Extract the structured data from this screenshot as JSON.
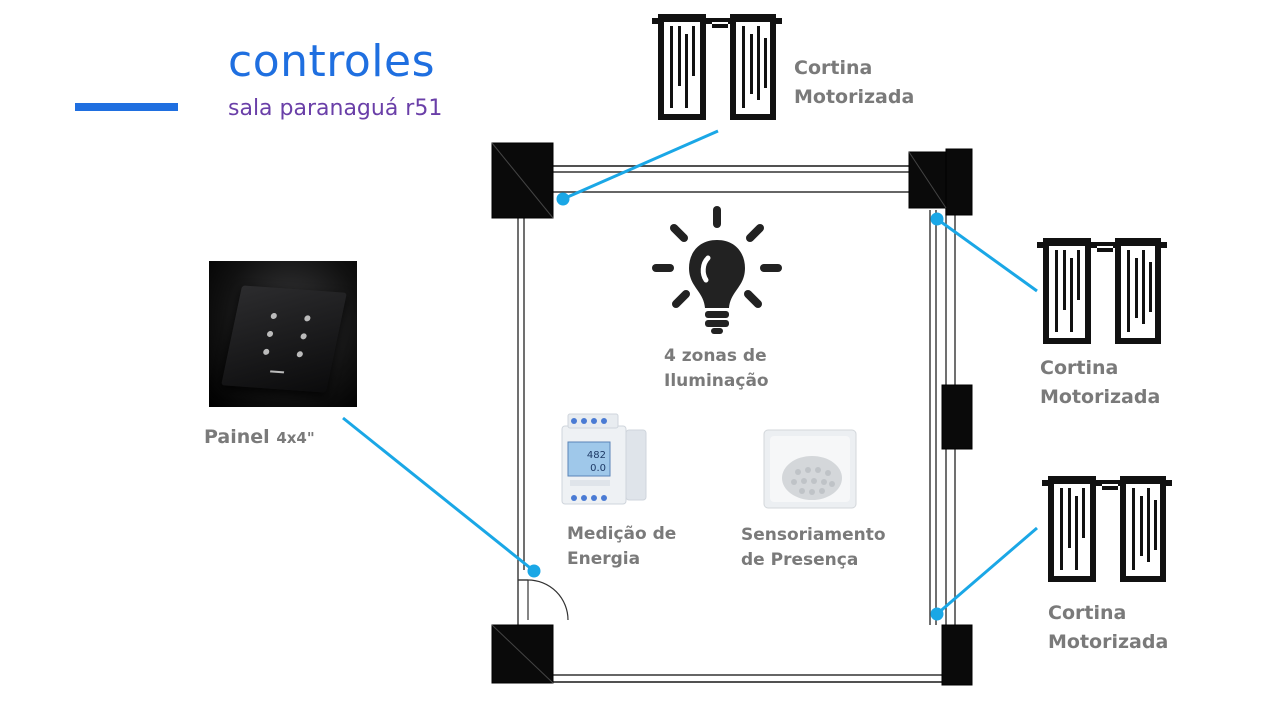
{
  "header": {
    "title": "controles",
    "subtitle": "sala paranaguá r51"
  },
  "labels": {
    "curtain_top_1": "Cortina",
    "curtain_top_2": "Motorizada",
    "curtain_right1_1": "Cortina",
    "curtain_right1_2": "Motorizada",
    "curtain_right2_1": "Cortina",
    "curtain_right2_2": "Motorizada",
    "panel": "Painel",
    "panel_size": "4x4\"",
    "lighting_1": "4 zonas de",
    "lighting_2": "Iluminação",
    "energy_1": "Medição de",
    "energy_2": "Energia",
    "presence_1": "Sensoriamento",
    "presence_2": "de Presença"
  },
  "meter_display": {
    "line1": "482",
    "line2": "0.0"
  },
  "colors": {
    "title": "#1f6fe0",
    "subtitle": "#6a3fa8",
    "connector": "#1aa7e6",
    "label": "#7a7a7a"
  },
  "icons": [
    "curtain-icon",
    "lightbulb-icon",
    "energy-meter-image",
    "presence-sensor-image",
    "control-panel-image"
  ]
}
